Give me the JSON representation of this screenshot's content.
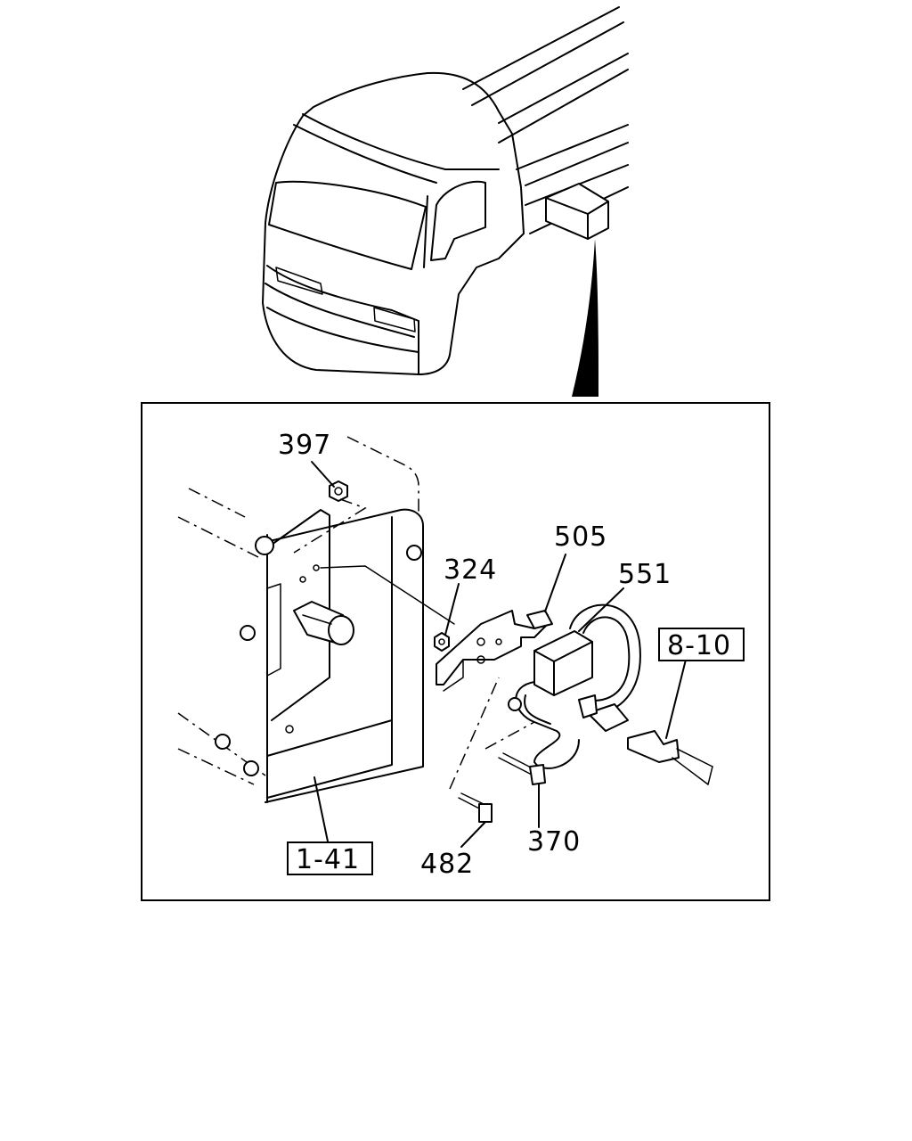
{
  "callouts": {
    "c397": "397",
    "c324": "324",
    "c505": "505",
    "c551": "551",
    "c370": "370",
    "c482": "482"
  },
  "refs": {
    "r810": "8-10",
    "r141": "1-41"
  }
}
